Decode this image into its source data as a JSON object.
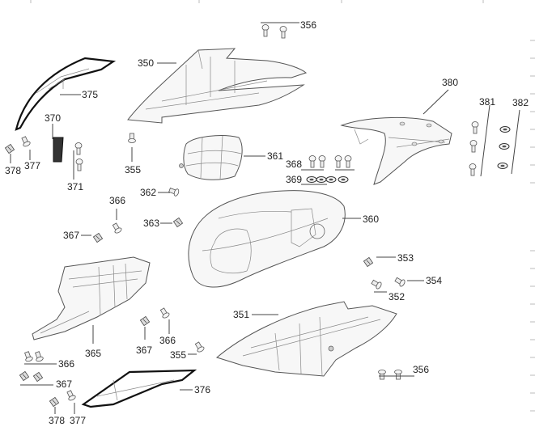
{
  "diagram": {
    "title": "Body panels exploded view",
    "labels": {
      "p350": "350",
      "p351": "351",
      "p352": "352",
      "p353": "353",
      "p354": "354",
      "p355a": "355",
      "p355b": "355",
      "p356a": "356",
      "p356b": "356",
      "p360": "360",
      "p361": "361",
      "p362": "362",
      "p363": "363",
      "p365": "365",
      "p366a": "366",
      "p366b": "366",
      "p366c": "366",
      "p367a": "367",
      "p367b": "367",
      "p367c": "367",
      "p368": "368",
      "p369": "369",
      "p370": "370",
      "p371": "371",
      "p375": "375",
      "p376": "376",
      "p377a": "377",
      "p377b": "377",
      "p378a": "378",
      "p378b": "378",
      "p380": "380",
      "p381": "381",
      "p382": "382"
    }
  }
}
